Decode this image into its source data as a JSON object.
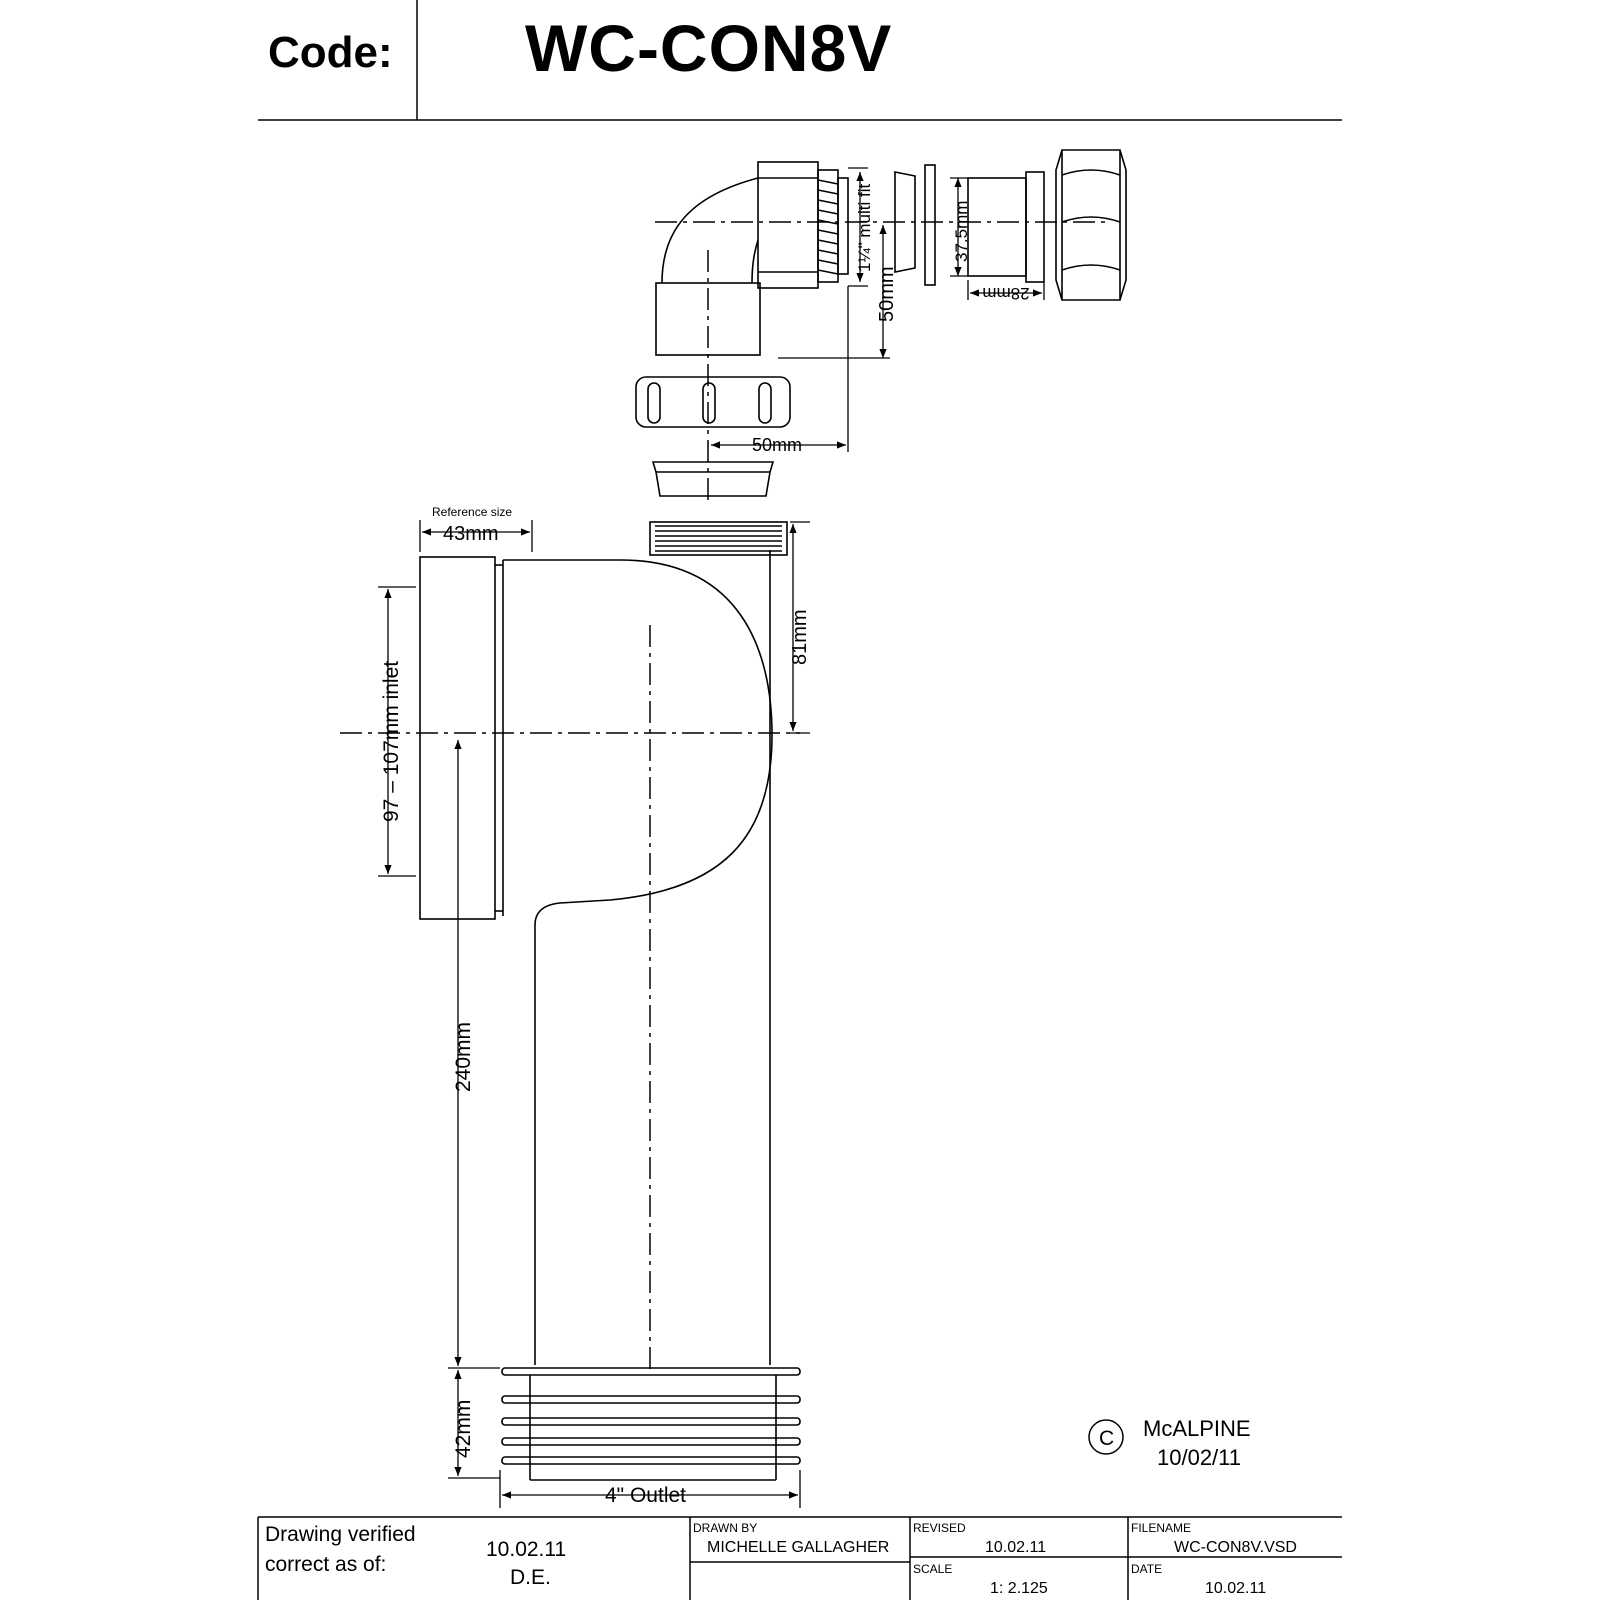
{
  "header": {
    "code_label": "Code:",
    "code_value": "WC-CON8V"
  },
  "dimensions": {
    "multi_fit": "1¼\" multi fit",
    "d_50mm_vertical": "50mm",
    "d_37_5mm": "37.5mm",
    "d_28mm": "28mm",
    "d_50mm_horizontal": "50mm",
    "reference_size": "Reference size",
    "d_43mm": "43mm",
    "d_81mm": "81mm",
    "inlet": "97 – 107mm inlet",
    "d_240mm": "240mm",
    "d_42mm": "42mm",
    "outlet": "4\" Outlet"
  },
  "copyright": {
    "symbol": "C",
    "company": "McALPINE",
    "date": "10/02/11"
  },
  "title_block": {
    "verified_line1": "Drawing verified",
    "verified_line2": "correct as of:",
    "verified_date": "10.02.11",
    "verified_by": "D.E.",
    "drawn_by_label": "DRAWN BY",
    "drawn_by_value": "MICHELLE GALLAGHER",
    "revised_label": "REVISED",
    "revised_value": "10.02.11",
    "scale_label": "SCALE",
    "scale_value": "1: 2.125",
    "filename_label": "FILENAME",
    "filename_value": "WC-CON8V.VSD",
    "date_label": "DATE",
    "date_value": "10.02.11"
  }
}
